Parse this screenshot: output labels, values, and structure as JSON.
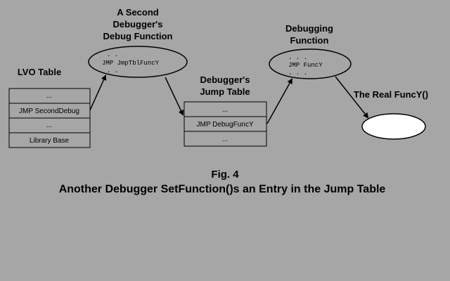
{
  "labels": {
    "second_debugger_line1": "A Second",
    "second_debugger_line2": "Debugger's",
    "second_debugger_line3": "Debug Function",
    "debugging_function_line1": "Debugging",
    "debugging_function_line2": "Function",
    "lvo_table": "LVO Table",
    "debugger_jump_table_line1": "Debugger's",
    "debugger_jump_table_line2": "Jump Table",
    "real_funcy": "The Real FuncY()"
  },
  "lvo_table": {
    "rows": [
      "...",
      "JMP SecondDebug",
      "...",
      "Library Base"
    ]
  },
  "jump_table": {
    "rows": [
      "...",
      "JMP DebugFuncY",
      "..."
    ]
  },
  "second_debug_fn": {
    "dots_top": ". .",
    "code": "JMP JmpTblFuncY",
    "dots_bottom": ". ."
  },
  "debugging_fn": {
    "dots_top": ". . .",
    "code": "JMP FuncY",
    "dots_bottom": ". . ."
  },
  "figure": {
    "title": "Fig. 4",
    "caption": "Another Debugger SetFunction()s an Entry in the Jump Table"
  }
}
